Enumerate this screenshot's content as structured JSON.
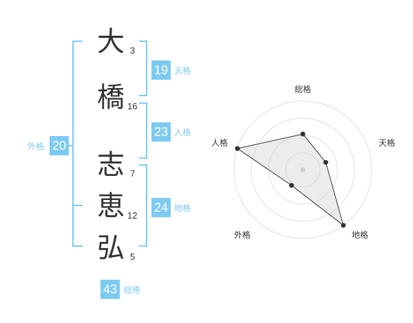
{
  "name_chars": [
    {
      "char": "大",
      "strokes": "3"
    },
    {
      "char": "橋",
      "strokes": "16"
    },
    {
      "char": "志",
      "strokes": "7"
    },
    {
      "char": "恵",
      "strokes": "12"
    },
    {
      "char": "弘",
      "strokes": "5"
    }
  ],
  "kaku": {
    "tenkaku": {
      "value": "19",
      "label": "天格"
    },
    "jinkaku": {
      "value": "23",
      "label": "人格"
    },
    "chikaku": {
      "value": "24",
      "label": "地格"
    },
    "gaikaku": {
      "value": "20",
      "label": "外格"
    },
    "soukaku": {
      "value": "43",
      "label": "総格"
    }
  },
  "colors": {
    "accent": "#7dcaf2",
    "text": "#333333",
    "ring": "#dddddd",
    "fill": "#eeeeee"
  },
  "chart_data": {
    "type": "radar",
    "axes": [
      "総格",
      "天格",
      "地格",
      "外格",
      "人格"
    ],
    "values": [
      0.52,
      0.35,
      1.0,
      0.28,
      1.0
    ],
    "max": 1,
    "rings": 4
  }
}
